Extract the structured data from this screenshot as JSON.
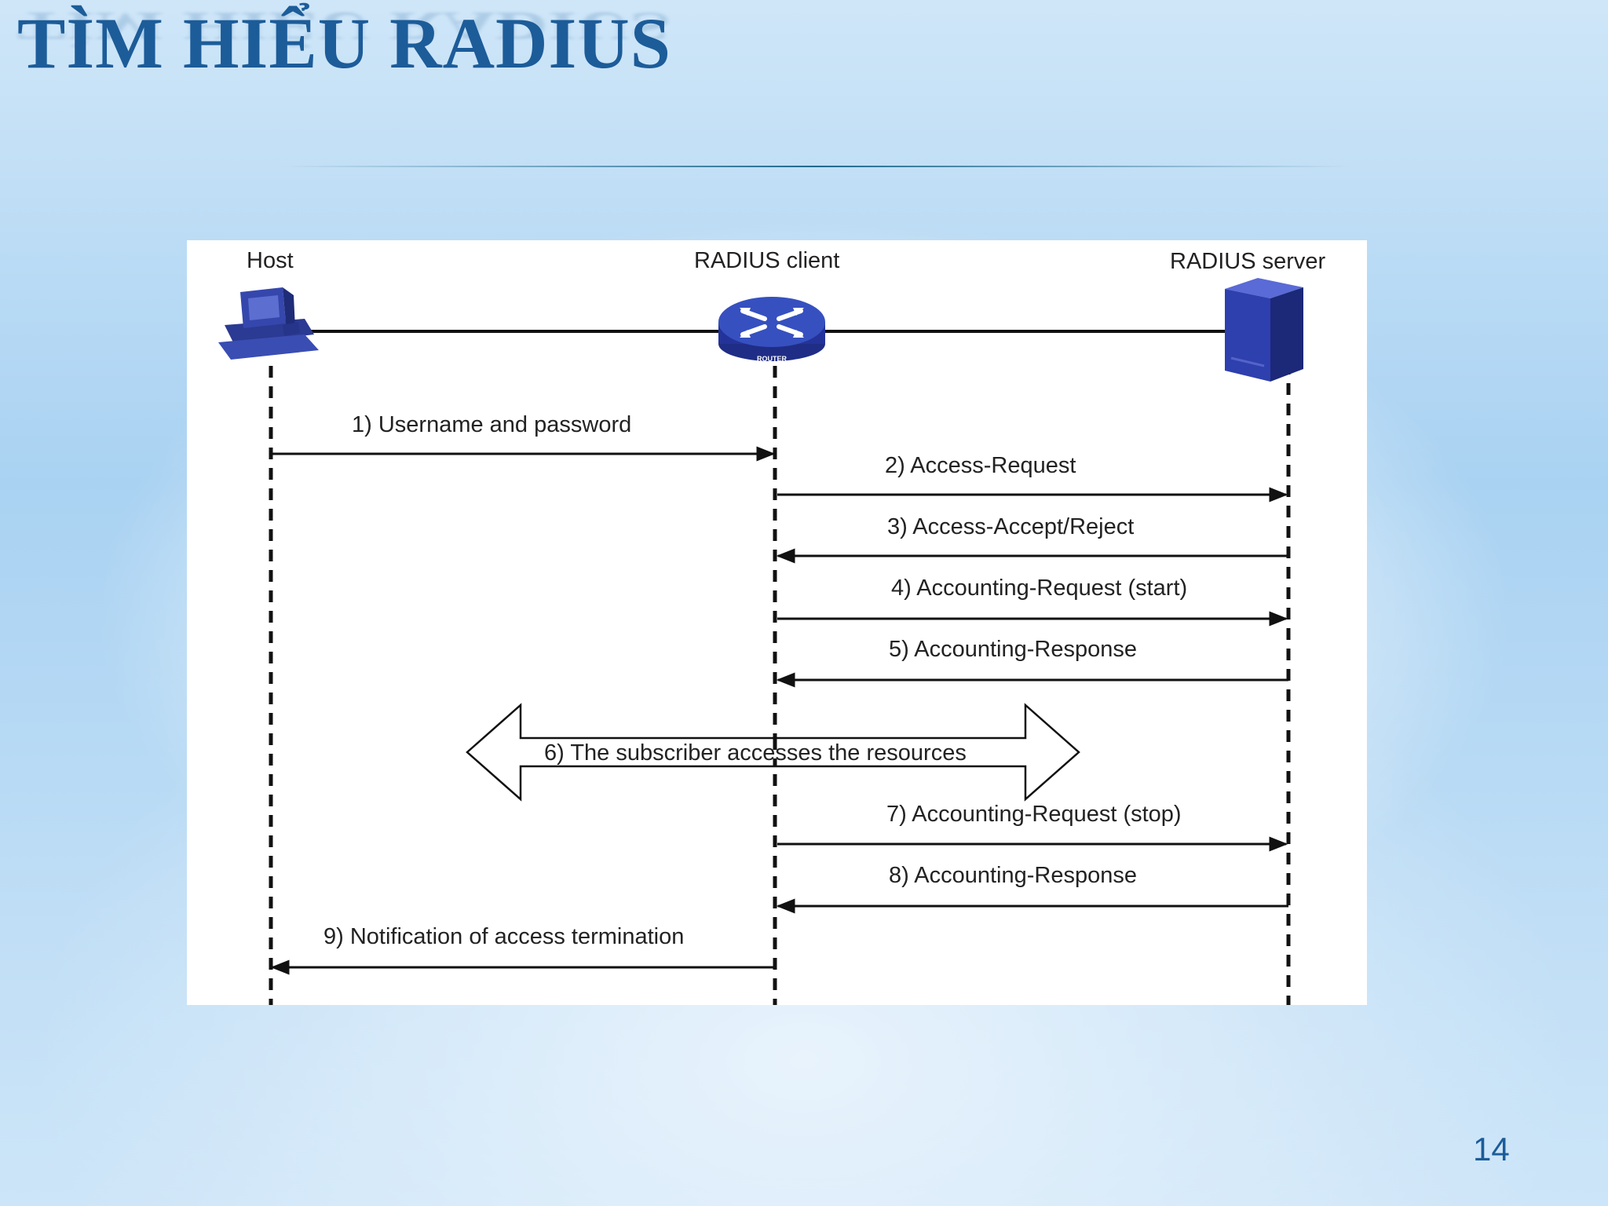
{
  "slide": {
    "title": "TÌM HIỂU RADIUS",
    "page_number": "14"
  },
  "diagram": {
    "entities": [
      {
        "label": "Host",
        "icon": "computer-icon"
      },
      {
        "label": "RADIUS client",
        "icon": "router-icon",
        "icon_text": "ROUTER"
      },
      {
        "label": "RADIUS server",
        "icon": "server-icon"
      }
    ],
    "messages": [
      {
        "label": "1) Username and password",
        "from": "Host",
        "to": "RADIUS client"
      },
      {
        "label": "2) Access-Request",
        "from": "RADIUS client",
        "to": "RADIUS server"
      },
      {
        "label": "3) Access-Accept/Reject",
        "from": "RADIUS server",
        "to": "RADIUS client"
      },
      {
        "label": "4) Accounting-Request (start)",
        "from": "RADIUS client",
        "to": "RADIUS server"
      },
      {
        "label": "5) Accounting-Response",
        "from": "RADIUS server",
        "to": "RADIUS client"
      },
      {
        "label": "6) The subscriber accesses the resources",
        "from": "Host",
        "to": "RADIUS server",
        "style": "double-arrow"
      },
      {
        "label": "7) Accounting-Request (stop)",
        "from": "RADIUS client",
        "to": "RADIUS server"
      },
      {
        "label": "8) Accounting-Response",
        "from": "RADIUS server",
        "to": "RADIUS client"
      },
      {
        "label": "9) Notification of access termination",
        "from": "RADIUS client",
        "to": "Host"
      }
    ]
  },
  "colors": {
    "title": "#1c5c99",
    "device_blue": "#2e3f9e",
    "line": "#111111"
  }
}
